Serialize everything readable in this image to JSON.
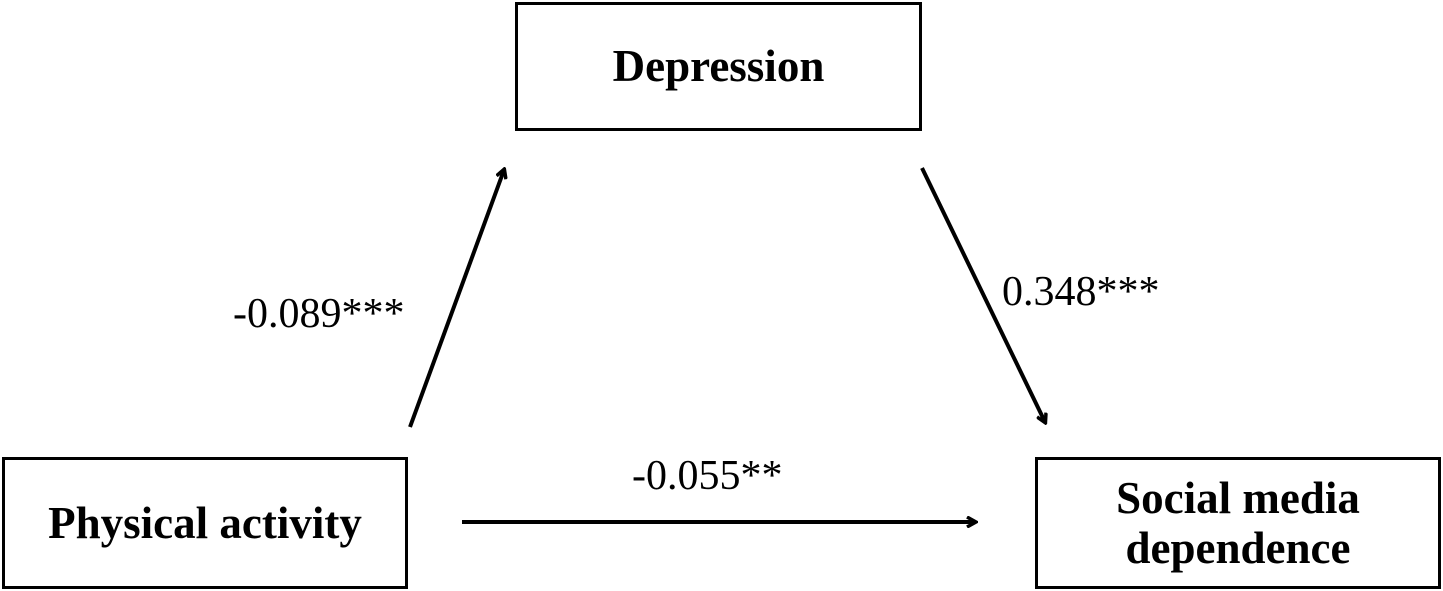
{
  "diagram": {
    "type": "mediation-model",
    "nodes": {
      "mediator": {
        "label": "Depression"
      },
      "predictor": {
        "label": "Physical activity"
      },
      "outcome": {
        "label_line1": "Social media",
        "label_line2": "dependence"
      }
    },
    "paths": {
      "a": {
        "from": "Physical activity",
        "to": "Depression",
        "coefficient": "-0.089***"
      },
      "b": {
        "from": "Depression",
        "to": "Social media dependence",
        "coefficient": "0.348***"
      },
      "c_prime": {
        "from": "Physical activity",
        "to": "Social media dependence",
        "coefficient": "-0.055**"
      }
    },
    "colors": {
      "stroke": "#000000",
      "background": "#ffffff"
    }
  }
}
